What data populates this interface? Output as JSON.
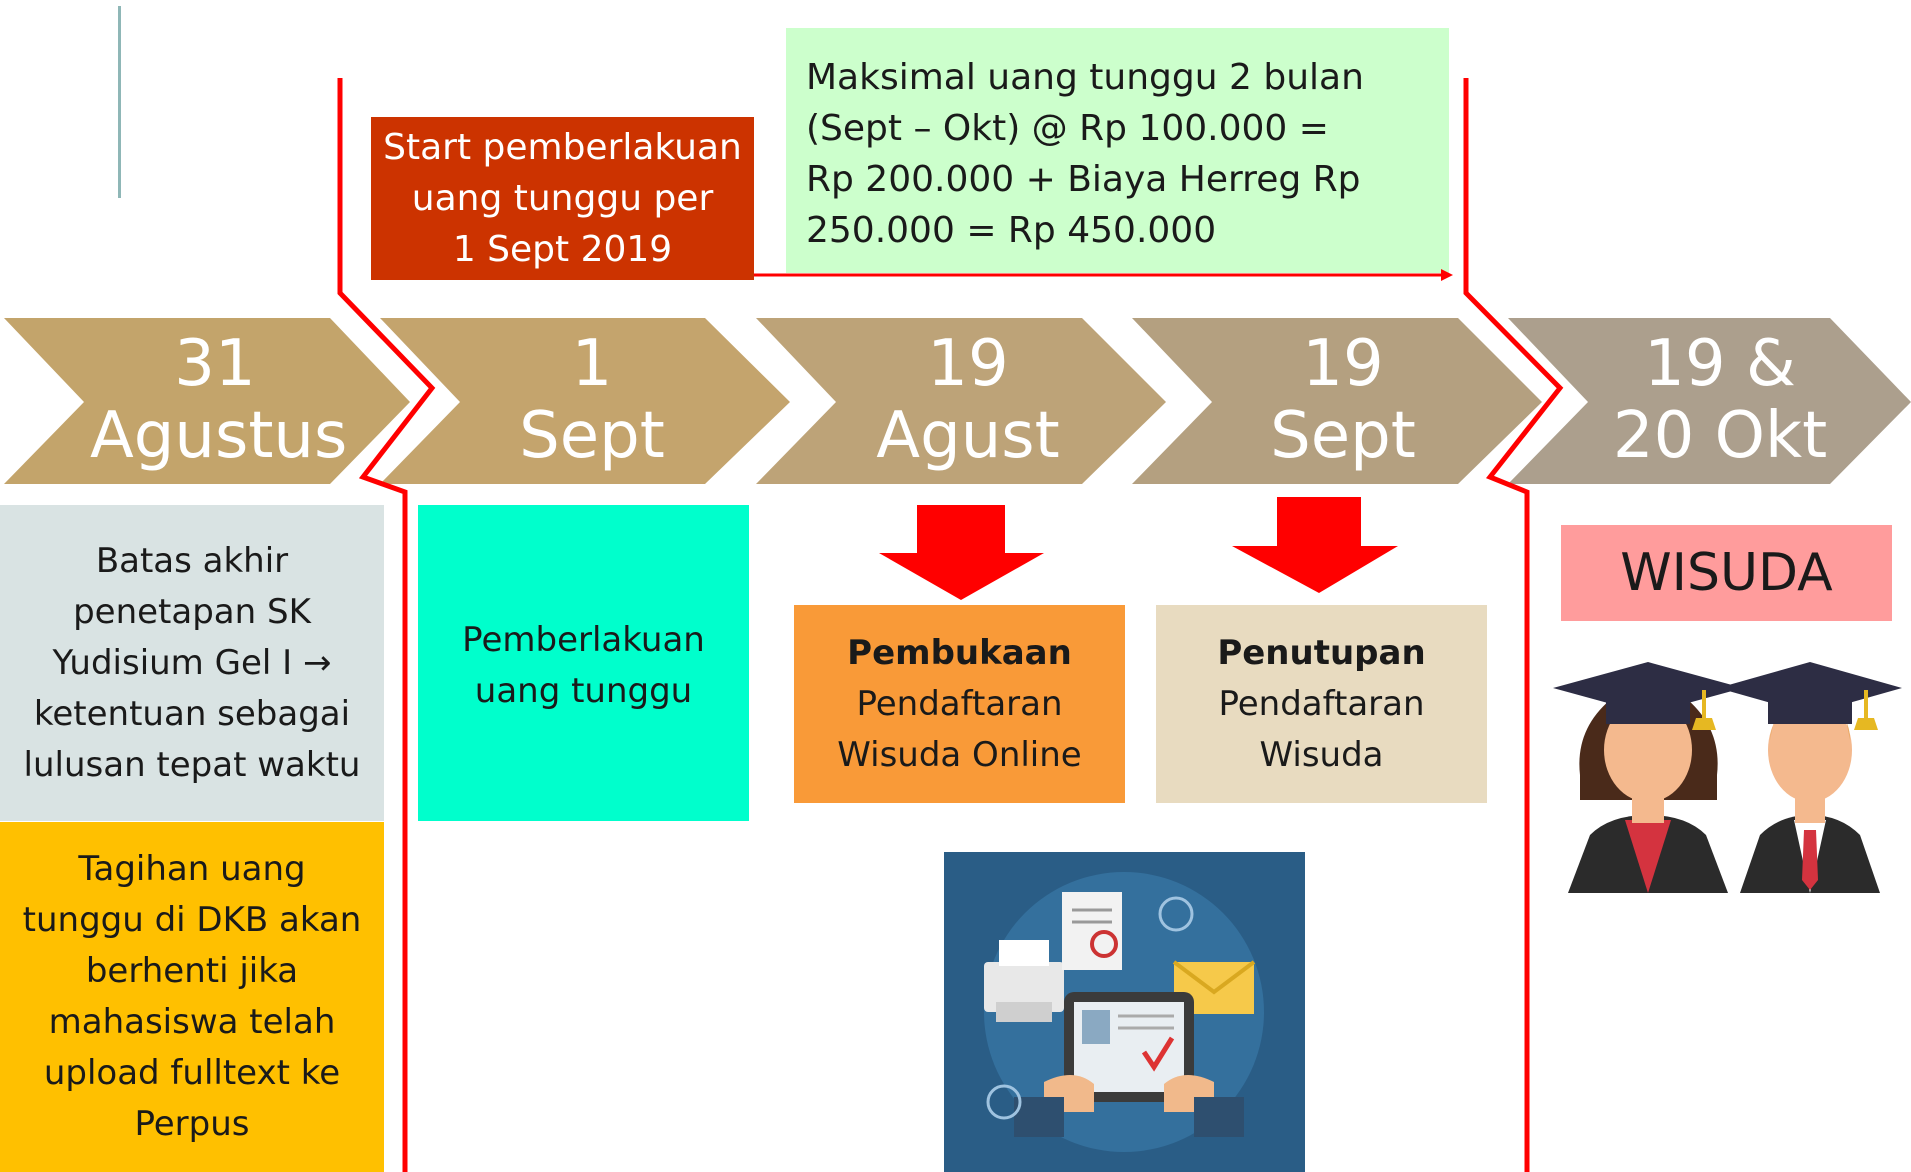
{
  "timeline": {
    "steps": [
      {
        "line1": "31",
        "line2": "Agustus",
        "color": "#c3a46b"
      },
      {
        "line1": "1",
        "line2": "Sept",
        "color": "#c4a46d"
      },
      {
        "line1": "19",
        "line2": "Agust",
        "color": "#bda378"
      },
      {
        "line1": "19",
        "line2": "Sept",
        "color": "#b4a080"
      },
      {
        "line1": "19 &",
        "line2": "20 Okt",
        "color": "#ac9f8d"
      }
    ]
  },
  "callouts": {
    "start": {
      "line1": "Start pemberlakuan",
      "line2": "uang tunggu per",
      "line3": "1 Sept 2019",
      "color": "#cc3300"
    },
    "maksimal": {
      "line1": "Maksimal uang tunggu 2 bulan",
      "line2": "(Sept – Okt) @ Rp 100.000 =",
      "line3": "Rp 200.000 + Biaya Herreg Rp",
      "line4": "250.000 =   Rp 450.000",
      "color": "#ccffcc"
    }
  },
  "boxes": {
    "batas": {
      "line1": "Batas akhir",
      "line2": "penetapan SK",
      "line3": "Yudisium Gel I →",
      "line4": "ketentuan sebagai",
      "line5": "lulusan tepat waktu",
      "color": "#d9e3e3"
    },
    "tagihan": {
      "line1": "Tagihan uang",
      "line2": "tunggu di DKB akan",
      "line3": "berhenti jika",
      "line4": "mahasiswa telah",
      "line5": "upload fulltext ke",
      "line6": "Perpus",
      "color": "#ffc000"
    },
    "pemberlakuan": {
      "line1": "Pemberlakuan",
      "line2": "uang tunggu",
      "color": "#00ffcc"
    },
    "pembukaan": {
      "bold": "Pembukaan",
      "line2": "Pendaftaran",
      "line3": "Wisuda Online",
      "color": "#f99a38"
    },
    "penutupan": {
      "bold": "Penutupan",
      "line2": "Pendaftaran",
      "line3": "Wisuda",
      "color": "#e8dbc0"
    },
    "wisuda": {
      "label": "WISUDA",
      "color": "#ff9c9c"
    }
  },
  "accent": {
    "red_line": "#ff0000",
    "arrow": "#ff0000"
  }
}
